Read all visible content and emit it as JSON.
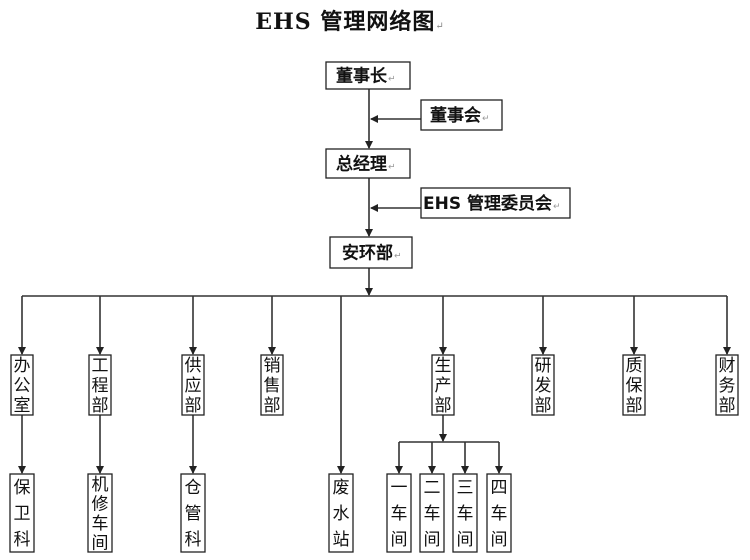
{
  "title": "EHS 管理网络图",
  "paragraph_mark": "↵",
  "top_chain": [
    {
      "id": "chairman",
      "label": "董事长"
    },
    {
      "id": "general-manager",
      "label": "总经理"
    },
    {
      "id": "safety-env-dept",
      "label": "安环部"
    }
  ],
  "side_inputs": [
    {
      "id": "board",
      "label": "董事会",
      "feeds": "chairman-to-general-manager"
    },
    {
      "id": "ehs-committee",
      "label": "EHS 管理委员会",
      "feeds": "general-manager-to-safety-env-dept"
    }
  ],
  "departments": [
    {
      "id": "office",
      "label": "办公室",
      "children": [
        {
          "id": "security",
          "label": "保卫科"
        }
      ]
    },
    {
      "id": "engineering",
      "label": "工程部",
      "children": [
        {
          "id": "maintenance-workshop",
          "label": "机修车间"
        }
      ]
    },
    {
      "id": "supply",
      "label": "供应部",
      "children": [
        {
          "id": "warehouse",
          "label": "仓管科"
        }
      ]
    },
    {
      "id": "sales",
      "label": "销售部",
      "children": []
    },
    {
      "id": "wastewater",
      "label": "",
      "children": [
        {
          "id": "wastewater-station",
          "label": "废水站"
        }
      ]
    },
    {
      "id": "production",
      "label": "生产部",
      "children": [
        {
          "id": "workshop-1",
          "label": "一车间"
        },
        {
          "id": "workshop-2",
          "label": "二车间"
        },
        {
          "id": "workshop-3",
          "label": "三车间"
        },
        {
          "id": "workshop-4",
          "label": "四车间"
        }
      ]
    },
    {
      "id": "rnd",
      "label": "研发部",
      "children": []
    },
    {
      "id": "quality",
      "label": "质保部",
      "children": []
    },
    {
      "id": "finance",
      "label": "财务部",
      "children": []
    }
  ],
  "colors": {
    "line": "#333333",
    "box_border": "#222222",
    "background": "#ffffff"
  }
}
